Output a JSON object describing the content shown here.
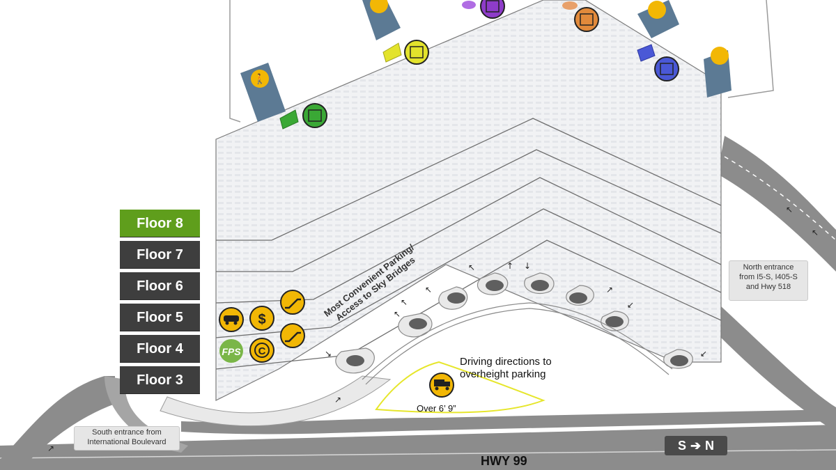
{
  "floors": [
    {
      "label": "Floor 8",
      "active": true
    },
    {
      "label": "Floor 7",
      "active": false
    },
    {
      "label": "Floor 6",
      "active": false
    },
    {
      "label": "Floor 5",
      "active": false
    },
    {
      "label": "Floor 4",
      "active": false
    },
    {
      "label": "Floor 3",
      "active": false
    }
  ],
  "labels": {
    "sky_bridges_line1": "Most Convenient Parking/",
    "sky_bridges_line2": "Access to Sky Bridges",
    "driving_line1": "Driving directions to",
    "driving_line2": "overheight parking",
    "over_height": "Over 6’ 9”",
    "north_line1": "North entrance",
    "north_line2": "from I5-S, I405-S",
    "north_line3": "and Hwy 518",
    "south_line1": "South entrance from",
    "south_line2": "International Boulevard",
    "hwy": "HWY 99",
    "compass_from": "S",
    "compass_to": "N",
    "fps_icon_text": "FPS",
    "cash_icon_text": "$",
    "c_icon_text": "C"
  },
  "colors": {
    "active_floor": "#5f9e1c",
    "floor": "#3e3e3e",
    "elevator_green": "#3aa835",
    "elevator_yellow": "#e3e32c",
    "elevator_purple": "#8e3cc9",
    "elevator_orange": "#e28a3b",
    "elevator_blue": "#4a58d6",
    "icon_yellow": "#f2b705",
    "fps_green": "#7ab648"
  },
  "icons": [
    "walkway-icon",
    "elevator-icon",
    "car-icon",
    "cash-icon",
    "escalator-icon",
    "fps-icon",
    "compact-icon",
    "truck-icon",
    "arrow-icon"
  ]
}
